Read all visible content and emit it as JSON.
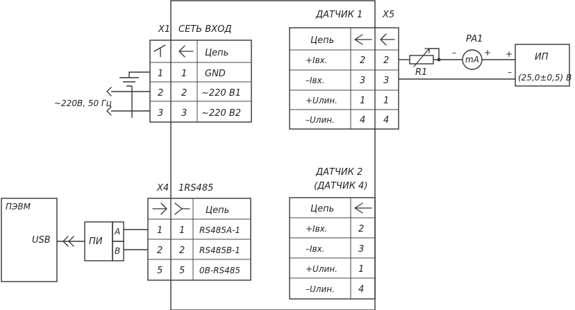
{
  "x1": {
    "designator": "X1",
    "title": "СЕТЬ ВХОД",
    "header": "Цепь",
    "rows": [
      {
        "a": "1",
        "b": "1",
        "name": "GND"
      },
      {
        "a": "2",
        "b": "2",
        "name": "~220 В1"
      },
      {
        "a": "3",
        "b": "3",
        "name": "~220 В2"
      }
    ]
  },
  "mains_label": "~220В, 50 Гц",
  "sensor1": {
    "title": "ДАТЧИК 1",
    "designator": "X5",
    "header": "Цепь",
    "rows": [
      {
        "name": "+Iвх.",
        "a": "2",
        "b": "2"
      },
      {
        "name": "–Iвх.",
        "a": "3",
        "b": "3"
      },
      {
        "name": "+Uлин.",
        "a": "1",
        "b": "1"
      },
      {
        "name": "–Uлин.",
        "a": "4",
        "b": "4"
      }
    ]
  },
  "pa1": {
    "label": "PA1",
    "unit": "mA",
    "minus": "–",
    "plus": "+"
  },
  "r1": {
    "label": "R1"
  },
  "power": {
    "label": "ИП",
    "value": "(25,0±0,5) В",
    "plus": "+",
    "minus": "–"
  },
  "sensor2": {
    "title_line1": "ДАТЧИК 2",
    "title_line2": "(ДАТЧИК 4)",
    "header": "Цепь",
    "rows": [
      {
        "name": "+Iвх.",
        "a": "2"
      },
      {
        "name": "–Iвх.",
        "a": "3"
      },
      {
        "name": "+Uлин.",
        "a": "1"
      },
      {
        "name": "–Uлин.",
        "a": "4"
      }
    ]
  },
  "x4": {
    "designator": "X4",
    "title": "1RS485",
    "header": "Цепь",
    "rows": [
      {
        "a": "1",
        "b": "1",
        "name": "RS485A-1"
      },
      {
        "a": "2",
        "b": "2",
        "name": "RS485B-1"
      },
      {
        "a": "5",
        "b": "5",
        "name": "0В-RS485"
      }
    ]
  },
  "pc": {
    "label": "ПЭВМ",
    "port": "USB"
  },
  "converter": {
    "label": "ПИ",
    "pin_a": "A",
    "pin_b": "B"
  }
}
